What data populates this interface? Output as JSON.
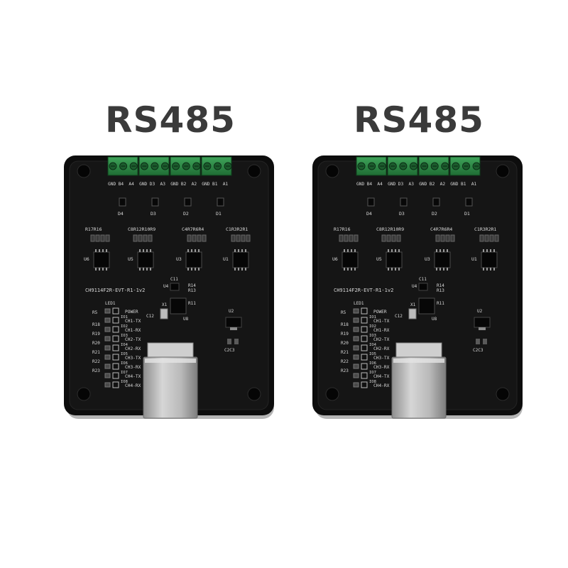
{
  "products": [
    {
      "title": "RS485",
      "terminal_labels": [
        "GND",
        "B4",
        "A4",
        "GND",
        "D3",
        "A3",
        "GND",
        "B2",
        "A2",
        "GND",
        "B1",
        "A1"
      ],
      "diodes": [
        "D4",
        "D3",
        "D2",
        "D1"
      ],
      "resistor_groups": [
        "R17R16",
        "C8R12R10R9",
        "C4R7R6R4",
        "C1R3R2R1"
      ],
      "chips": [
        "U6",
        "U5",
        "U3",
        "U1"
      ],
      "part_number": "CH9114F2R-EVT-R1-1v2",
      "u4": "U4",
      "c11": "C11",
      "r14": "R14",
      "r13": "R13",
      "r11": "R11",
      "x1": "X1",
      "c12": "C12",
      "u8": "U8",
      "u2": "U2",
      "c2c3": "C2C3",
      "led_header": "LED1",
      "resistors": [
        "R5",
        "R18",
        "R19",
        "R20",
        "R21",
        "R22",
        "R23"
      ],
      "io_labels": [
        "IO1",
        "IO2",
        "IO3",
        "IO4",
        "IO5",
        "IO6",
        "IO7",
        "IO8"
      ],
      "signals": [
        "POWER",
        "CH1-TX",
        "CH1-RX",
        "CH2-TX",
        "CH2-RX",
        "CH3-TX",
        "CH3-RX",
        "CH4-TX",
        "CH4-RX"
      ]
    },
    {
      "title": "RS485",
      "terminal_labels": [
        "GND",
        "B4",
        "A4",
        "GND",
        "D3",
        "A3",
        "GND",
        "B2",
        "A2",
        "GND",
        "B1",
        "A1"
      ],
      "diodes": [
        "D4",
        "D3",
        "D2",
        "D1"
      ],
      "resistor_groups": [
        "R17R16",
        "C8R12R10R9",
        "C4R7R6R4",
        "C1R3R2R1"
      ],
      "chips": [
        "U6",
        "U5",
        "U3",
        "U1"
      ],
      "part_number": "CH9114F2R-EVT-R1-1v2",
      "u4": "U4",
      "c11": "C11",
      "r14": "R14",
      "r13": "R13",
      "r11": "R11",
      "x1": "X1",
      "c12": "C12",
      "u8": "U8",
      "u2": "U2",
      "c2c3": "C2C3",
      "led_header": "LED1",
      "resistors": [
        "R5",
        "R18",
        "R19",
        "R20",
        "R21",
        "R22",
        "R23"
      ],
      "io_labels": [
        "IO1",
        "IO2",
        "IO3",
        "IO4",
        "IO5",
        "IO6",
        "IO7",
        "IO8"
      ],
      "signals": [
        "POWER",
        "CH1-TX",
        "CH1-RX",
        "CH2-TX",
        "CH2-RX",
        "CH3-TX",
        "CH3-RX",
        "CH4-TX",
        "CH4-RX"
      ]
    }
  ]
}
